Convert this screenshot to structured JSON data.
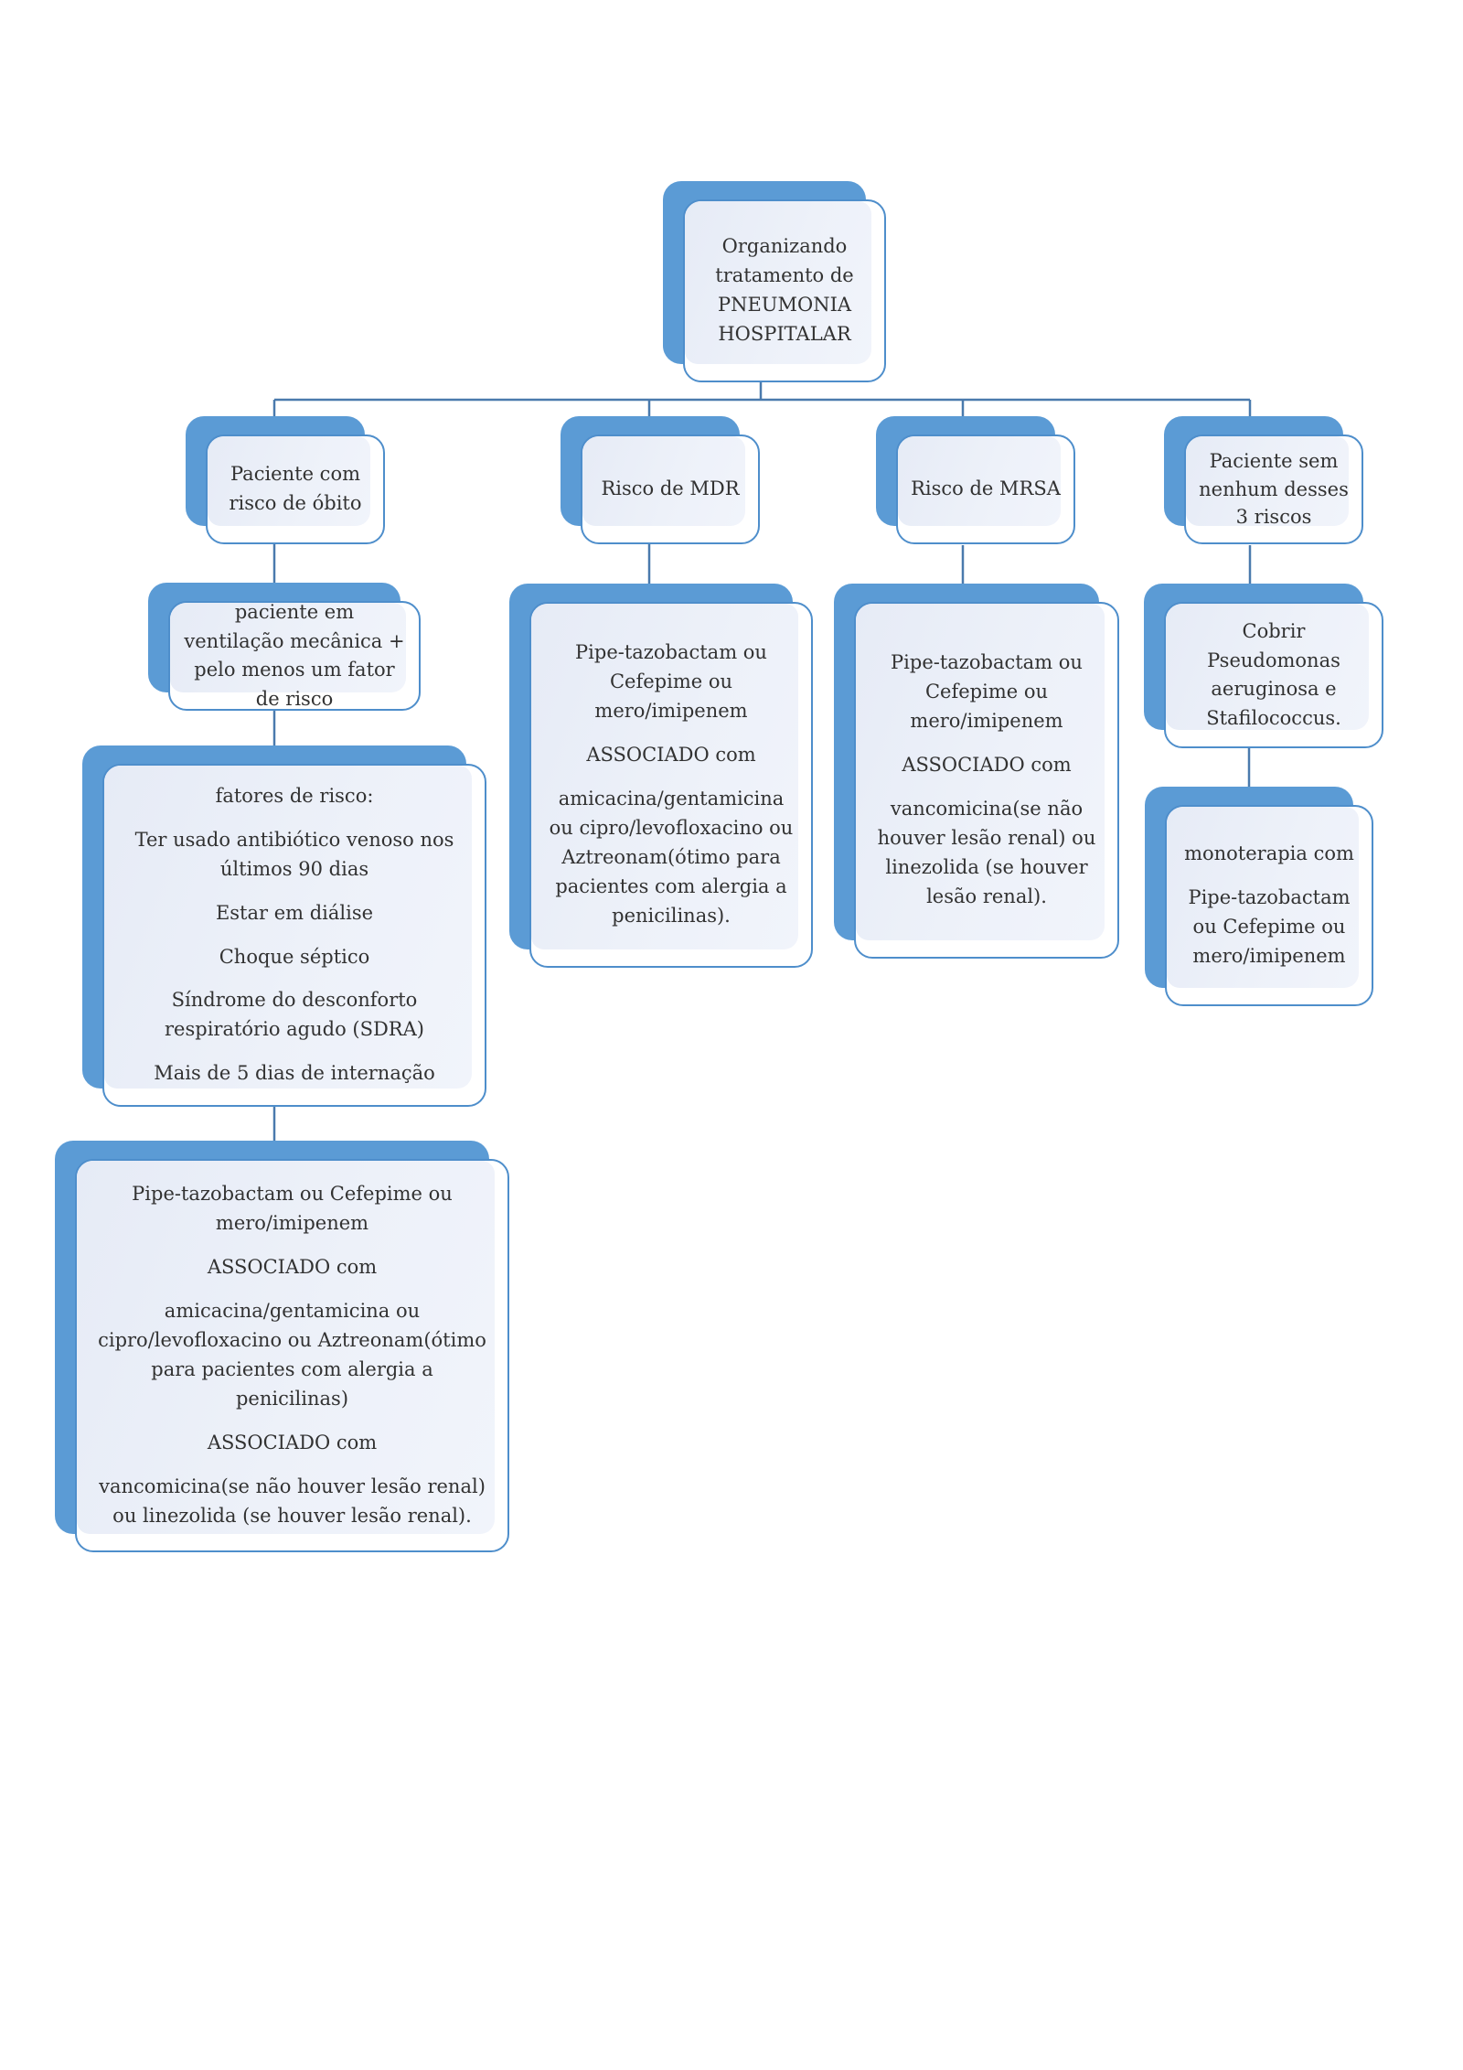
{
  "title": "Organizando tratamento de PNEUMONIA HOSPITALAR",
  "columns": [
    {
      "header": "Paciente com risco de óbito",
      "boxes": [
        {
          "paragraphs": [
            "paciente em ventilação mecânica + pelo menos um fator de risco"
          ]
        },
        {
          "paragraphs": [
            "fatores de risco:",
            "Ter usado antibiótico venoso nos últimos 90 dias",
            "Estar em diálise",
            "Choque séptico",
            "Síndrome do desconforto respiratório agudo (SDRA)",
            "Mais de 5 dias de internação"
          ]
        },
        {
          "paragraphs": [
            "Pipe-tazobactam ou Cefepime ou mero/imipenem",
            "ASSOCIADO com",
            "amicacina/gentamicina ou cipro/levofloxacino ou Aztreonam(ótimo para pacientes com alergia a penicilinas)",
            "ASSOCIADO com",
            "vancomicina(se não houver lesão renal) ou linezolida (se houver lesão renal)."
          ]
        }
      ]
    },
    {
      "header": "Risco de MDR",
      "boxes": [
        {
          "paragraphs": [
            "Pipe-tazobactam ou Cefepime ou mero/imipenem",
            "ASSOCIADO com",
            "amicacina/gentamicina ou cipro/levofloxacino ou Aztreonam(ótimo para pacientes com alergia a penicilinas)."
          ]
        }
      ]
    },
    {
      "header": "Risco de MRSA",
      "boxes": [
        {
          "paragraphs": [
            "Pipe-tazobactam ou Cefepime ou mero/imipenem",
            "ASSOCIADO com",
            "vancomicina(se não houver lesão renal) ou linezolida (se houver lesão renal)."
          ]
        }
      ]
    },
    {
      "header": "Paciente sem nenhum desses 3 riscos",
      "boxes": [
        {
          "paragraphs": [
            "Cobrir Pseudomonas aeruginosa e Stafilococcus."
          ]
        },
        {
          "paragraphs": [
            "monoterapia com",
            "Pipe-tazobactam ou Cefepime ou mero/imipenem"
          ]
        }
      ]
    }
  ],
  "colors": {
    "shadow_blue": "#5b9bd5",
    "border_blue": "#4e8ecb",
    "connector_blue": "#4a7aad",
    "fill_light": "#edf1f9",
    "text": "#323232",
    "background": "#ffffff"
  }
}
